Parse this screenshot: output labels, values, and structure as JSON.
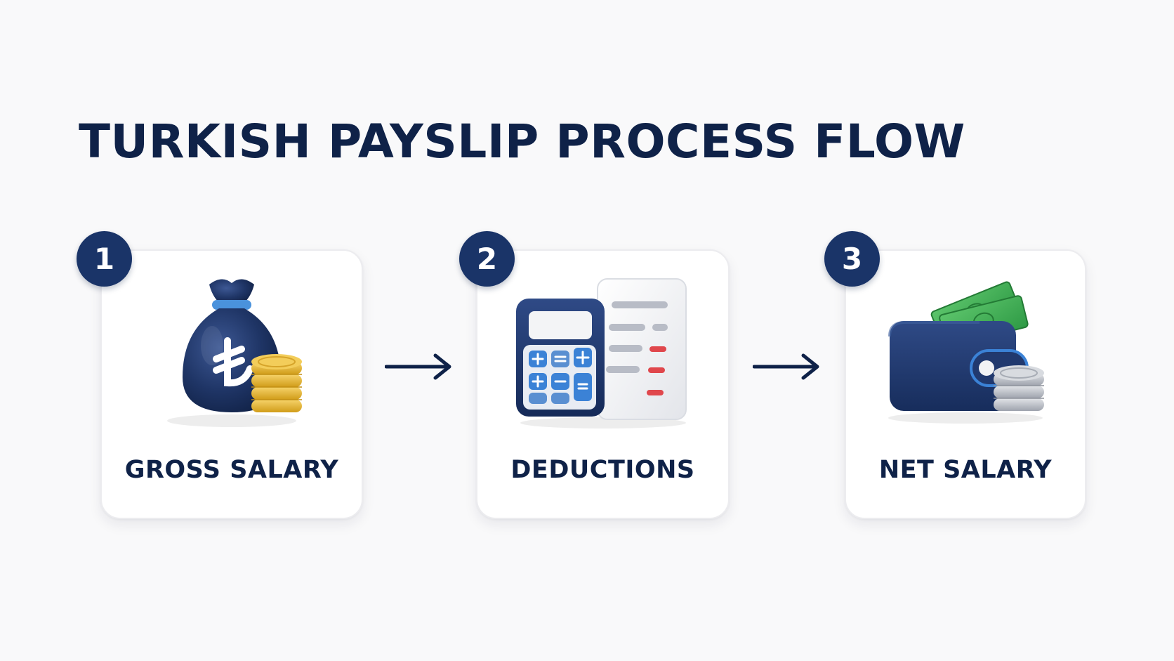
{
  "title": "TURKISH PAYSLIP PROCESS FLOW",
  "colors": {
    "navy": "#0f2248",
    "badge": "#1a3468",
    "accent_blue": "#3b82d6",
    "gold": "#e8b52b",
    "green": "#3fae52",
    "red": "#e0474c"
  },
  "steps": [
    {
      "number": "1",
      "label": "GROSS SALARY",
      "icon": "money-bag-lira-icon"
    },
    {
      "number": "2",
      "label": "DEDUCTIONS",
      "icon": "calculator-document-icon"
    },
    {
      "number": "3",
      "label": "NET SALARY",
      "icon": "wallet-cash-icon"
    }
  ],
  "connectors": [
    {
      "icon": "arrow-right-icon"
    },
    {
      "icon": "arrow-right-icon"
    }
  ]
}
